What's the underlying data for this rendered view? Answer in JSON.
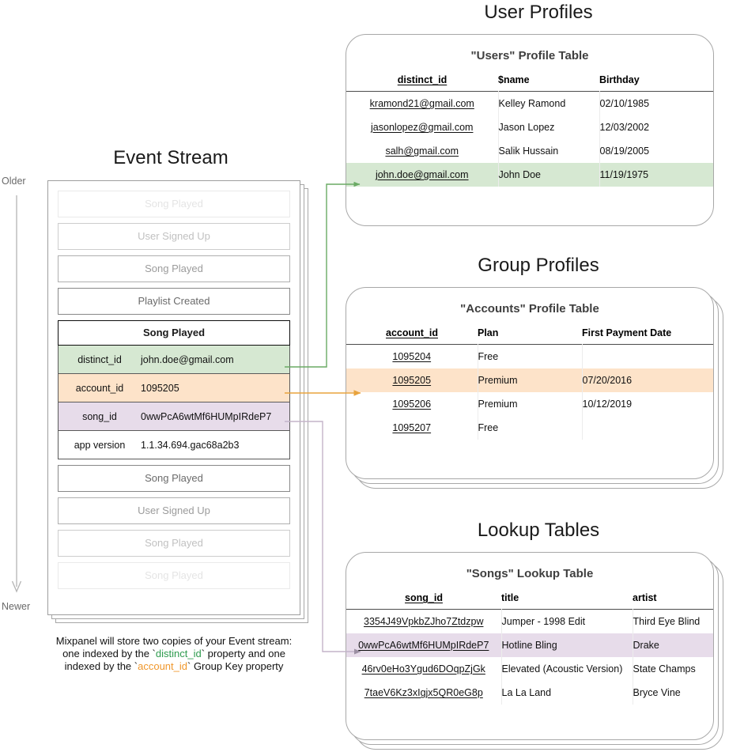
{
  "sections": {
    "event_stream_title": "Event Stream",
    "user_profiles_title": "User Profiles",
    "group_profiles_title": "Group Profiles",
    "lookup_tables_title": "Lookup Tables"
  },
  "timeline": {
    "older_label": "Older",
    "newer_label": "Newer"
  },
  "event_stream": {
    "events_above": [
      {
        "label": "Song Played"
      },
      {
        "label": "User Signed Up"
      },
      {
        "label": "Song Played"
      },
      {
        "label": "Playlist Created"
      }
    ],
    "focused_event": {
      "title": "Song Played",
      "properties": [
        {
          "key": "distinct_id",
          "value": "john.doe@gmail.com",
          "highlight": "green"
        },
        {
          "key": "account_id",
          "value": "1095205",
          "highlight": "orange"
        },
        {
          "key": "song_id",
          "value": "0wwPcA6wtMf6HUMpIRdeP7",
          "highlight": "purple"
        },
        {
          "key": "app version",
          "value": "1.1.34.694.gac68a2b3",
          "highlight": "none"
        }
      ]
    },
    "events_below": [
      {
        "label": "Song Played"
      },
      {
        "label": "User Signed Up"
      },
      {
        "label": "Song Played"
      },
      {
        "label": "Song Played"
      }
    ]
  },
  "caption": {
    "line1": "Mixpanel will store two copies of your Event stream:",
    "line2_pre": "one indexed by the `",
    "line2_key": "distinct_id",
    "line2_post": "` property and one",
    "line3_pre": "indexed by the `",
    "line3_key": "account_id",
    "line3_post": "` Group Key property"
  },
  "users_table": {
    "title": "\"Users\" Profile Table",
    "columns": [
      "distinct_id",
      "$name",
      "Birthday"
    ],
    "rows": [
      {
        "cells": [
          "kramond21@gmail.com",
          "Kelley Ramond",
          "02/10/1985"
        ],
        "highlight": "none"
      },
      {
        "cells": [
          "jasonlopez@gmail.com",
          "Jason Lopez",
          "12/03/2002"
        ],
        "highlight": "none"
      },
      {
        "cells": [
          "salh@gmail.com",
          "Salik Hussain",
          "08/19/2005"
        ],
        "highlight": "none"
      },
      {
        "cells": [
          "john.doe@gmail.com",
          "John Doe",
          "11/19/1975"
        ],
        "highlight": "green"
      }
    ]
  },
  "accounts_table": {
    "title": "\"Accounts\" Profile Table",
    "columns": [
      "account_id",
      "Plan",
      "First Payment Date"
    ],
    "rows": [
      {
        "cells": [
          "1095204",
          "Free",
          ""
        ],
        "highlight": "none"
      },
      {
        "cells": [
          "1095205",
          "Premium",
          "07/20/2016"
        ],
        "highlight": "orange"
      },
      {
        "cells": [
          "1095206",
          "Premium",
          "10/12/2019"
        ],
        "highlight": "none"
      },
      {
        "cells": [
          "1095207",
          "Free",
          ""
        ],
        "highlight": "none"
      }
    ]
  },
  "songs_table": {
    "title": "\"Songs\" Lookup Table",
    "columns": [
      "song_id",
      "title",
      "artist"
    ],
    "rows": [
      {
        "cells": [
          "3354J49VpkbZJho7Ztdzpw",
          "Jumper - 1998 Edit",
          "Third Eye Blind"
        ],
        "highlight": "none"
      },
      {
        "cells": [
          "0wwPcA6wtMf6HUMpIRdeP7",
          "Hotline Bling",
          "Drake"
        ],
        "highlight": "purple"
      },
      {
        "cells": [
          "46rv0eHo3Ygud6DOqpZjGk",
          "Elevated (Acoustic Version)",
          "State Champs"
        ],
        "highlight": "none"
      },
      {
        "cells": [
          "7taeV6Kz3xIgjx5QR0eG8p",
          "La La Land",
          "Bryce Vine"
        ],
        "highlight": "none"
      }
    ]
  },
  "colors": {
    "green_highlight": "#d6e8d2",
    "orange_highlight": "#fde3c9",
    "purple_highlight": "#e7dcea",
    "green_connector": "#6aaa64",
    "orange_connector": "#e8a33d",
    "purple_connector": "#b9a3bf",
    "card_border": "#a8a8a8"
  }
}
